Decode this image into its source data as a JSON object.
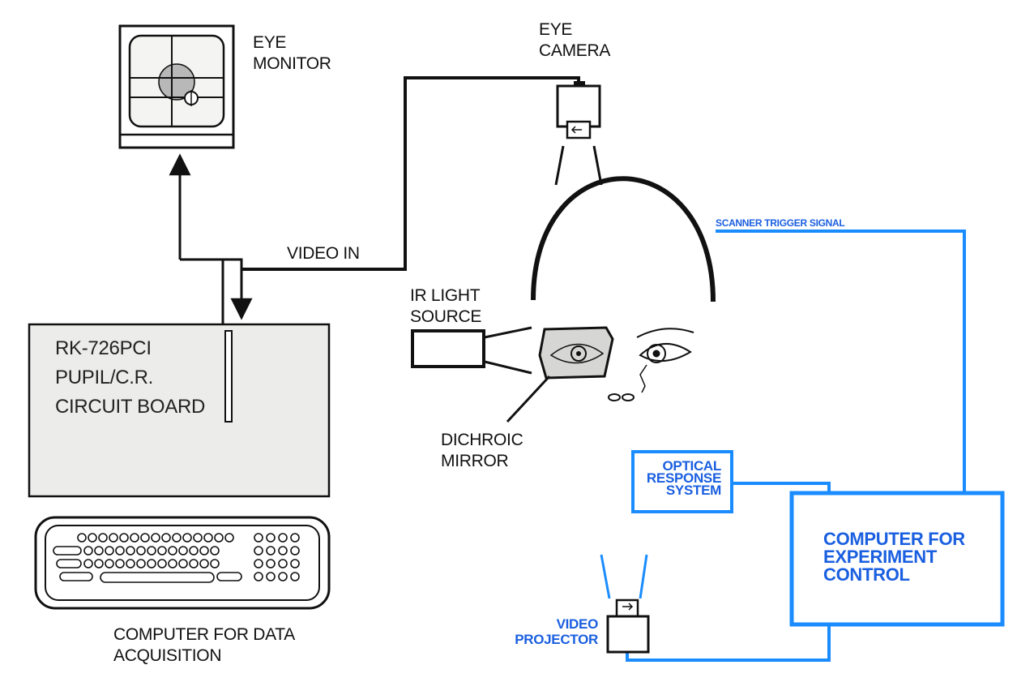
{
  "labels": {
    "eye_monitor": [
      "EYE",
      "MONITOR"
    ],
    "eye_camera": [
      "EYE",
      "CAMERA"
    ],
    "video_in": "VIDEO IN",
    "board": [
      "RK-726PCI",
      "PUPIL/C.R.",
      "CIRCUIT BOARD"
    ],
    "ir_light_source": [
      "IR LIGHT",
      "SOURCE"
    ],
    "dichroic_mirror": [
      "DICHROIC",
      "MIRROR"
    ],
    "computer_data": [
      "COMPUTER FOR DATA",
      "ACQUISITION"
    ],
    "scanner_trigger": "SCANNER TRIGGER SIGNAL",
    "optical_response": [
      "OPTICAL",
      "RESPONSE",
      "SYSTEM"
    ],
    "computer_experiment": [
      "COMPUTER FOR",
      "EXPERIMENT",
      "CONTROL"
    ],
    "video_projector": [
      "VIDEO",
      "PROJECTOR"
    ]
  },
  "colors": {
    "ink": "#111111",
    "accent_blue": "#1a8cff",
    "blue_text": "#1a5fe0",
    "panel_gray": "#ececea",
    "pupil_gray": "#b8b8b8"
  }
}
